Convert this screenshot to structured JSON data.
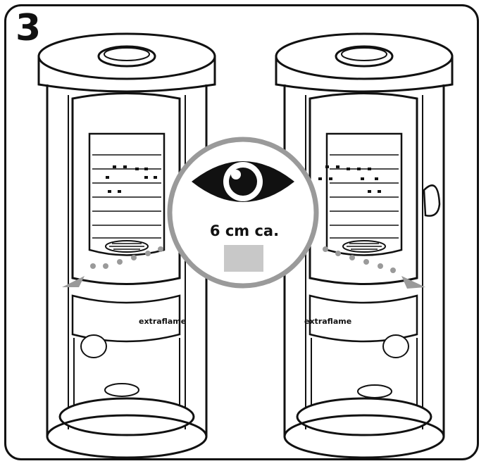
{
  "step": {
    "number": "3"
  },
  "callout": {
    "measurement": "6 cm ca.",
    "icon": "eye-icon"
  },
  "colors": {
    "line": "#111111",
    "dots": "#9a9a9a",
    "callout_ring": "#9a9a9a",
    "swatch": "#c8c8c8"
  },
  "brand": {
    "logo_text": "extraflame"
  }
}
